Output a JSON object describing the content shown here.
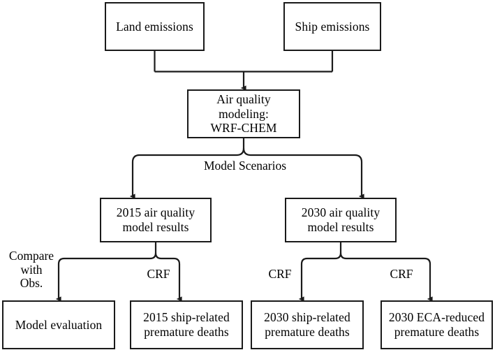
{
  "diagram": {
    "title": "Air quality modeling and health impact assessment flowchart",
    "type": "flowchart",
    "stroke_color": "#1a1a1a",
    "background_color": "#ffffff",
    "text_color": "#000000",
    "nodes": {
      "land_emissions": "Land emissions",
      "ship_emissions": "Ship emissions",
      "air_quality_model": "Air quality\nmodeling:\nWRF-CHEM",
      "aq_2015": "2015 air quality\nmodel results",
      "aq_2030": "2030 air quality\nmodel results",
      "model_evaluation": "Model evaluation",
      "deaths_2015_ship": "2015 ship-related\npremature deaths",
      "deaths_2030_ship": "2030 ship-related\npremature deaths",
      "deaths_2030_eca": "2030 ECA-reduced\npremature deaths"
    },
    "edge_labels": {
      "model_scenarios": "Model Scenarios",
      "compare_with_obs": "Compare\nwith\nObs.",
      "crf_2015": "CRF",
      "crf_2030_ship": "CRF",
      "crf_2030_eca": "CRF"
    }
  }
}
